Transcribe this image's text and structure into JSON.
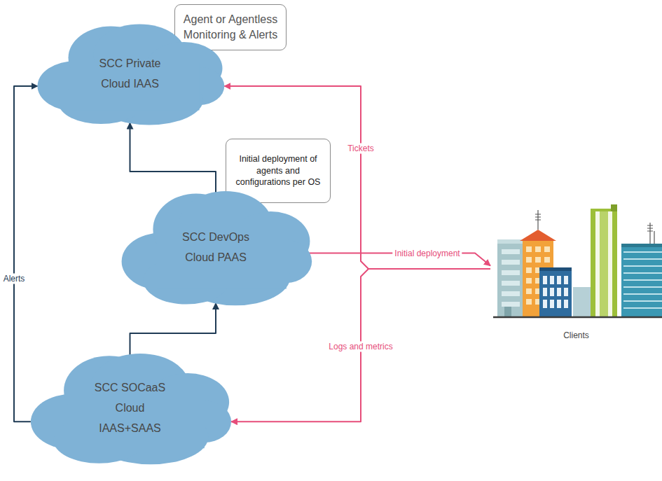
{
  "diagram": {
    "nodes": [
      {
        "text": [
          "Agent or Agentless Monitoring & Alerts"
        ]
      },
      {
        "text": [
          "SCC Private Cloud IAAS"
        ]
      },
      {
        "text": [
          "Initial deployment of agents and configurations per OS"
        ]
      },
      {
        "text": [
          "SCC DevOps Cloud PAAS"
        ]
      },
      {
        "text": [
          "Clients"
        ]
      },
      {
        "text": [
          "SCC SOCaaS Cloud IAAS+SAAS"
        ]
      }
    ],
    "edges": [
      {
        "from": 3,
        "to": 1,
        "arrow": "to"
      },
      {
        "from": 5,
        "to": 3,
        "arrow": "to"
      },
      {
        "from": 5,
        "to": 1,
        "label": "Alerts",
        "arrow": "to"
      },
      {
        "from": 3,
        "to": 4,
        "label": "Initial deployment",
        "arrow": "to"
      },
      {
        "from": 4,
        "to": 1,
        "label": "Tickets",
        "arrow": "to"
      },
      {
        "from": 4,
        "to": 5,
        "label": "Logs and metrics",
        "arrow": "to"
      }
    ]
  }
}
